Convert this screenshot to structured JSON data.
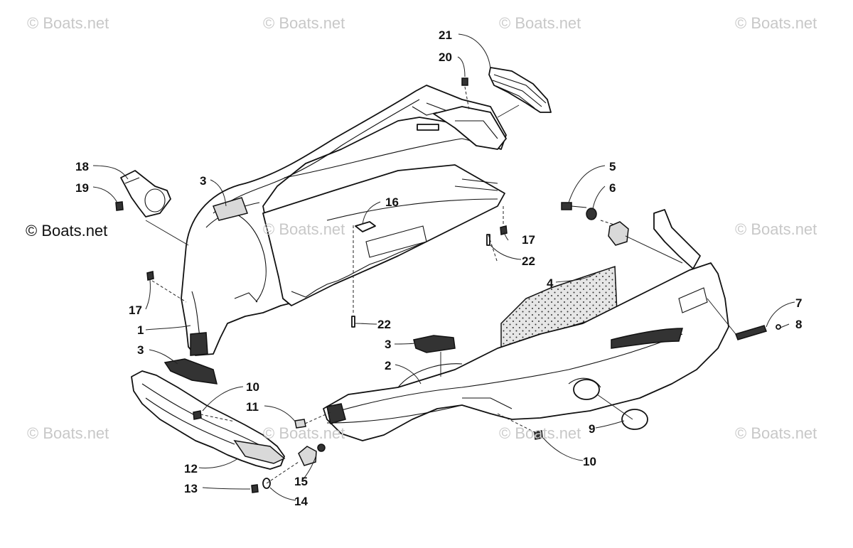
{
  "watermarks": [
    {
      "id": "wm-1",
      "text": "© Boats.net"
    },
    {
      "id": "wm-2",
      "text": "© Boats.net"
    },
    {
      "id": "wm-3",
      "text": "© Boats.net"
    },
    {
      "id": "wm-4",
      "text": "© Boats.net"
    },
    {
      "id": "wm-5",
      "text": "© Boats.net"
    },
    {
      "id": "wm-6",
      "text": "© Boats.net"
    },
    {
      "id": "wm-7",
      "text": "© Boats.net"
    },
    {
      "id": "wm-8",
      "text": "© Boats.net"
    },
    {
      "id": "wm-9",
      "text": "© Boats.net"
    },
    {
      "id": "wm-10",
      "text": "© Boats.net"
    },
    {
      "id": "wm-11",
      "text": "© Boats.net"
    }
  ],
  "callouts": {
    "c21": "21",
    "c20": "20",
    "c18": "18",
    "c19": "19",
    "c3a": "3",
    "c16": "16",
    "c5": "5",
    "c6": "6",
    "c17a": "17",
    "c22a": "22",
    "c4": "4",
    "c17b": "17",
    "c1": "1",
    "c7": "7",
    "c8": "8",
    "c22b": "22",
    "c3b": "3",
    "c3c": "3",
    "c2": "2",
    "c10a": "10",
    "c11": "11",
    "c9": "9",
    "c10b": "10",
    "c12": "12",
    "c15": "15",
    "c13": "13",
    "c14": "14"
  }
}
